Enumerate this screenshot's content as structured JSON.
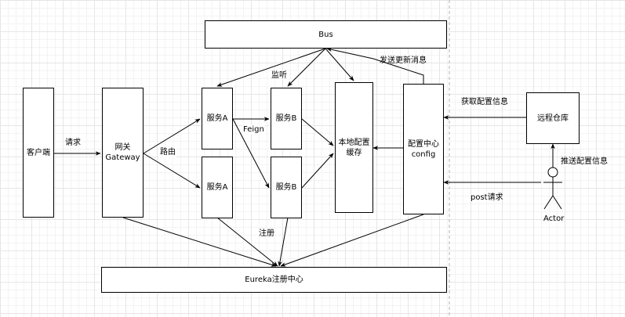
{
  "nodes": {
    "bus": "Bus",
    "client": "客户端",
    "gateway": "网关\nGateway",
    "service_a_top": "服务A",
    "service_a_bottom": "服务A",
    "service_b_top": "服务B",
    "service_b_bottom": "服务B",
    "local_config_cache": "本地配置\n缓存",
    "config_center": "配置中心\nconfig",
    "remote_repo": "远程仓库",
    "eureka": "Eureka注册中心",
    "actor": "Actor"
  },
  "edges": {
    "request": "请求",
    "routing": "路由",
    "feign": "Feign",
    "listen": "监听",
    "send_update": "发送更新消息",
    "fetch_config": "获取配置信息",
    "push_config": "推送配置信息",
    "post_request": "post请求",
    "register": "注册"
  },
  "colors": {
    "stroke": "#000000",
    "divider": "#b3b3b3"
  }
}
